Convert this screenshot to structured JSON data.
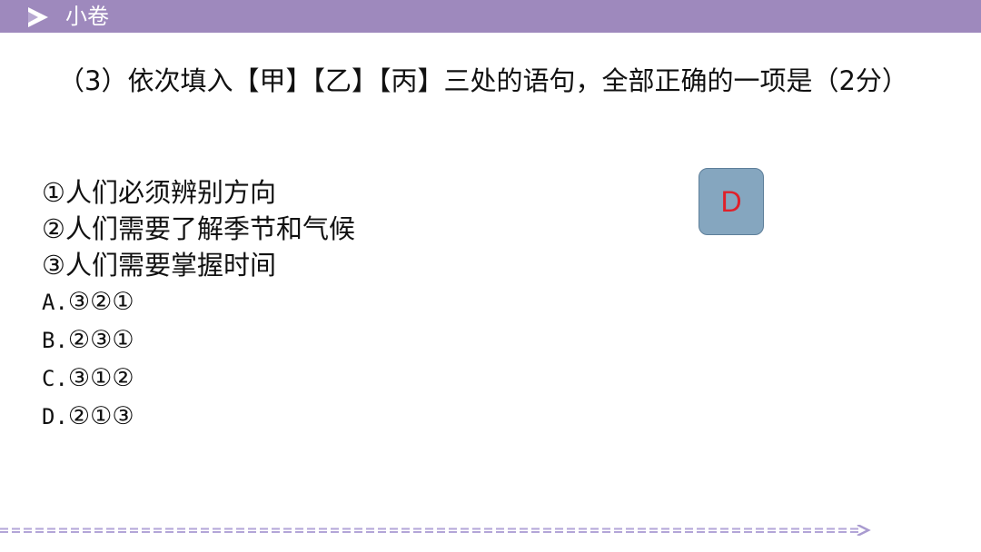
{
  "header": {
    "title": "小卷",
    "icon": "play-arrow-icon",
    "color": "#9e89bd"
  },
  "question": {
    "text": "（3）依次填入【甲】【乙】【丙】三处的语句，全部正确的一项是（2分）"
  },
  "items": [
    {
      "label": "①人们必须辨别方向"
    },
    {
      "label": "②人们需要了解季节和气候"
    },
    {
      "label": "③人们需要掌握时间"
    }
  ],
  "options": [
    {
      "letter": "A.",
      "value": "③②①"
    },
    {
      "letter": "B.",
      "value": "②③①"
    },
    {
      "letter": "C.",
      "value": "③①②"
    },
    {
      "letter": "D.",
      "value": "②①③"
    }
  ],
  "answer": {
    "label": "D",
    "box_color": "#85a6bf",
    "text_color": "#e0202a"
  },
  "footer": {
    "icon": "dashed-arrow-divider-icon",
    "color": "#a99bd0"
  }
}
